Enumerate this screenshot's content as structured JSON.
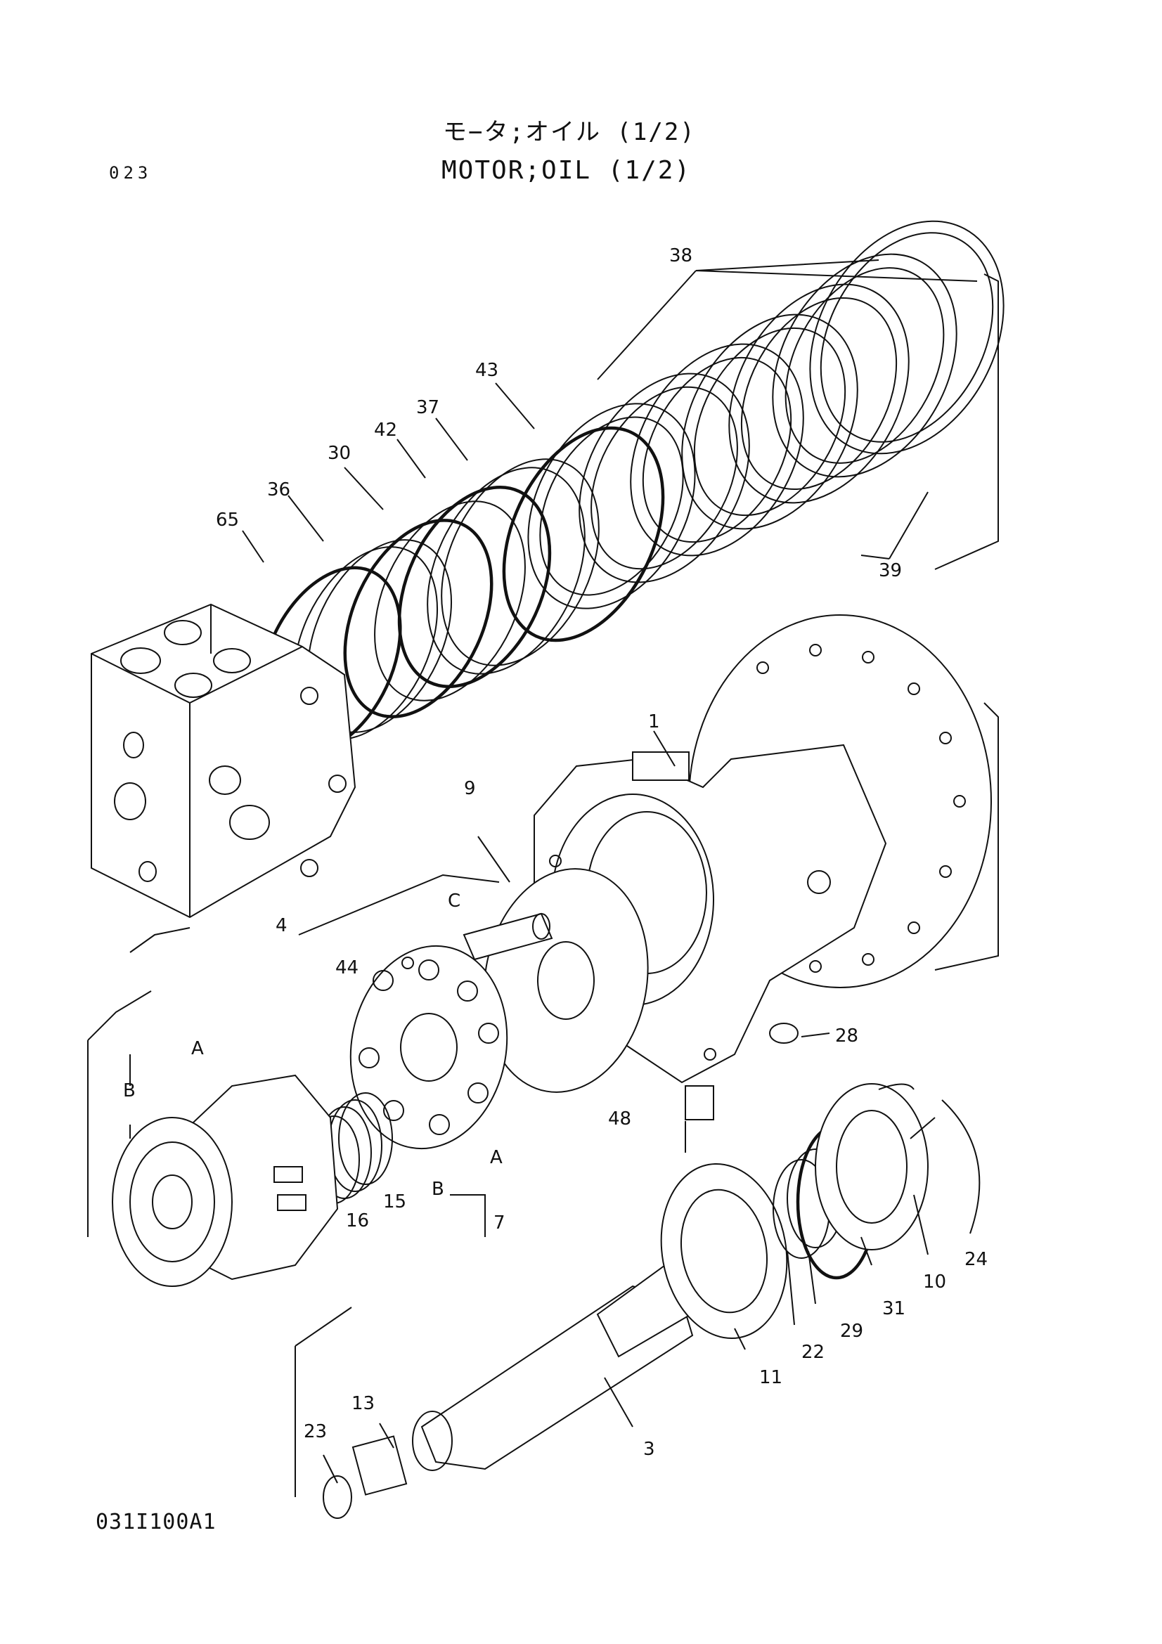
{
  "header": {
    "title_jp": "モ−タ;オイル (1/2)",
    "title_en": "MOTOR;OIL (1/2)",
    "page_number": "023"
  },
  "footer": {
    "drawing_number": "031I100A1"
  },
  "callouts": {
    "p1": "1",
    "p3": "3",
    "p4": "4",
    "p7": "7",
    "p9": "9",
    "p10": "10",
    "p11": "11",
    "p13": "13",
    "p15": "15",
    "p16": "16",
    "p22": "22",
    "p23": "23",
    "p24": "24",
    "p28": "28",
    "p29": "29",
    "p30": "30",
    "p31": "31",
    "p36": "36",
    "p37": "37",
    "p38": "38",
    "p39": "39",
    "p42": "42",
    "p43": "43",
    "p44": "44",
    "p48": "48",
    "p65": "65",
    "ref_a_upper": "A",
    "ref_b_upper": "B",
    "ref_a_lower": "A",
    "ref_b_lower": "B",
    "ref_c": "C"
  }
}
